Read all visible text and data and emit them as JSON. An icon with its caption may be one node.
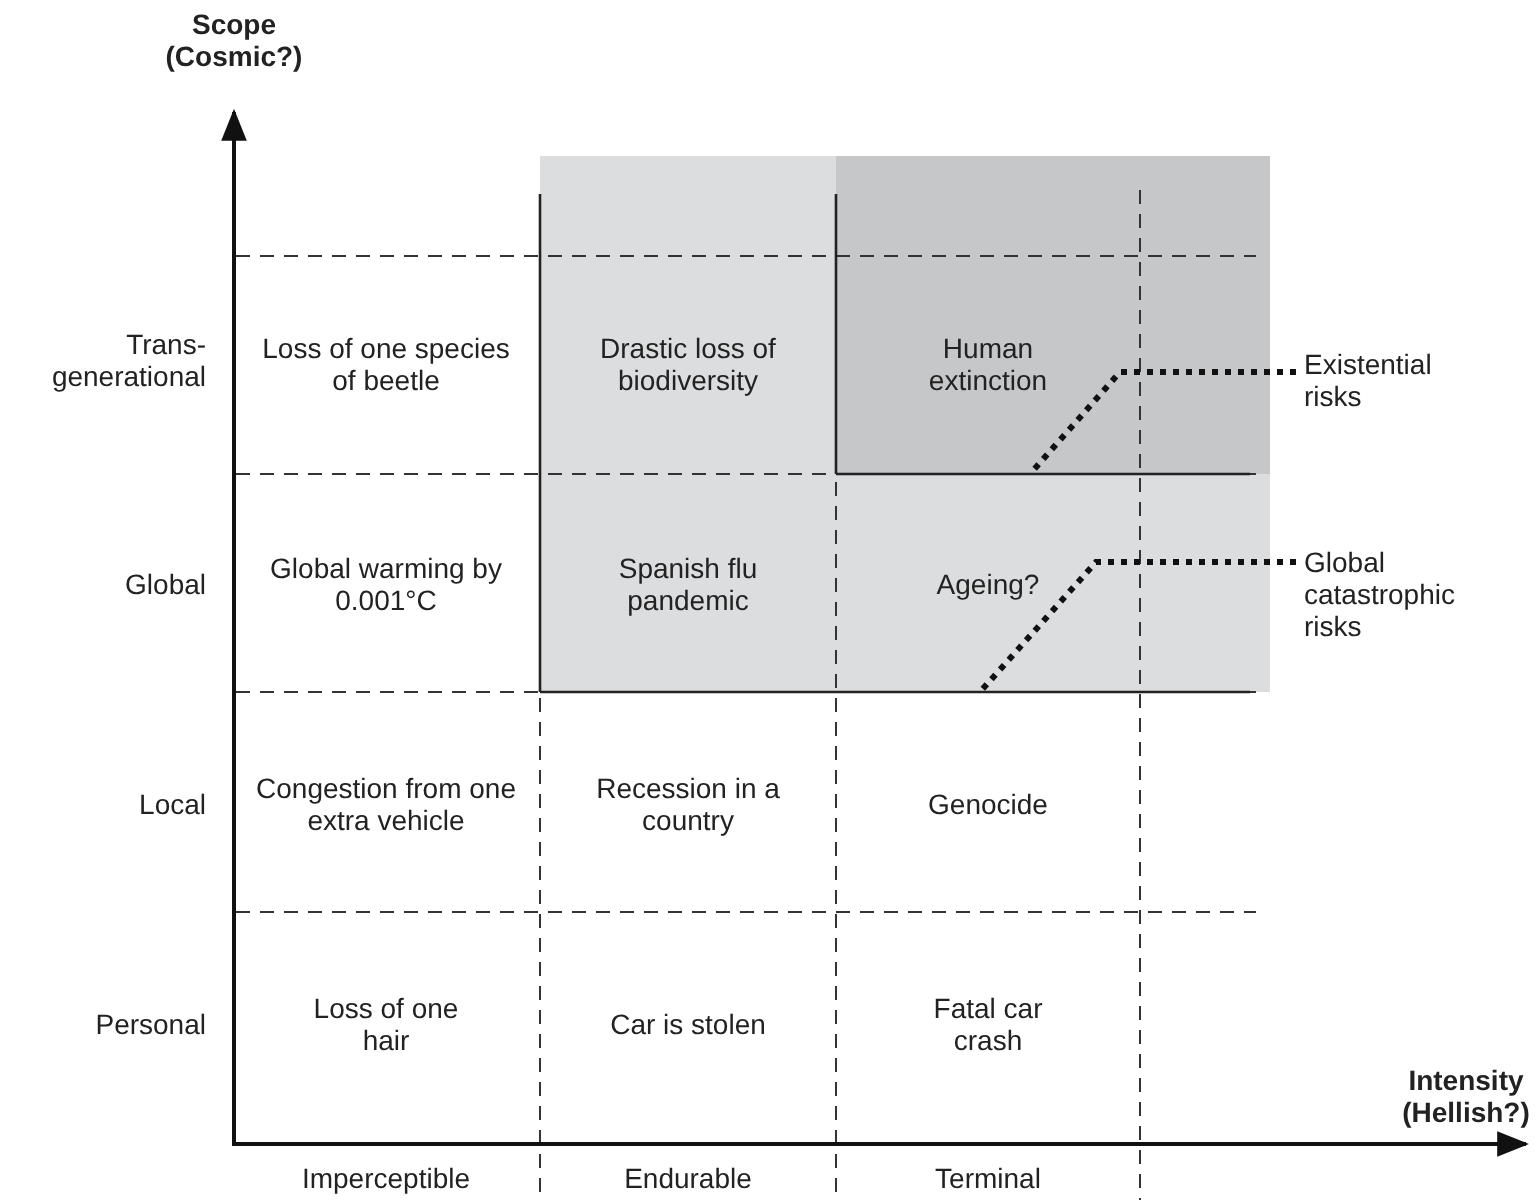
{
  "diagram": {
    "nodes": [
      {
        "text": [],
        "shape": "box"
      },
      {
        "text": [],
        "shape": "box",
        "in": 0
      },
      {
        "text": [
          "Existential risks"
        ]
      },
      {
        "text": [
          "Global catastrophic risks"
        ]
      }
    ],
    "edges": [
      {
        "from": 2,
        "to": 1,
        "arrow": "none",
        "style": "dashed"
      },
      {
        "from": 3,
        "to": 0,
        "arrow": "none",
        "style": "dashed"
      }
    ],
    "labels": [
      "Scope (Cosmic?)",
      "Trans-generational",
      "Loss of one species of beetle",
      "Drastic loss of biodiversity",
      "Human extinction",
      "Global",
      "Global warming by 0.001°C",
      "Spanish flu pandemic",
      "Ageing?",
      "Local",
      "Congestion from one extra vehicle",
      "Recession in a country",
      "Genocide",
      "Personal",
      "Loss of one hair",
      "Car is stolen",
      "Fatal car crash",
      "Intensity (Hellish?)",
      "Imperceptible",
      "Endurable",
      "Terminal"
    ]
  }
}
